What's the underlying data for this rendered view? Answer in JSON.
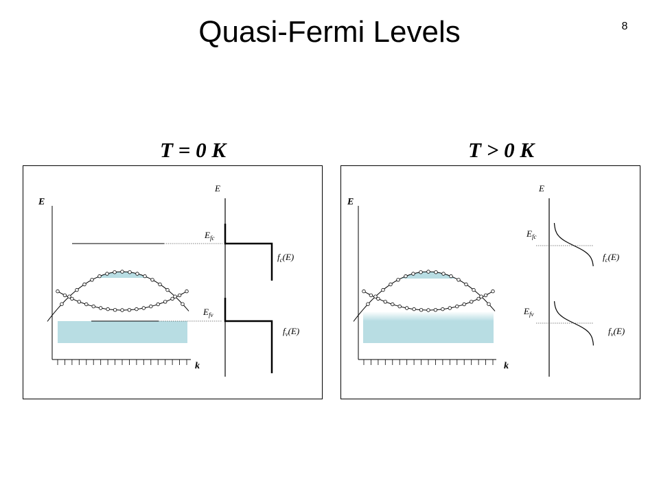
{
  "slide": {
    "title": "Quasi-Fermi Levels",
    "page_number": "8"
  },
  "colors": {
    "fill": "#b8dde3",
    "stroke": "#000000",
    "dots": "#ffffff"
  },
  "panels": [
    {
      "heading": "T = 0 K",
      "band_axis_e": "E",
      "band_axis_k": "k",
      "fermi_axis_e": "E",
      "efc_main": "E",
      "efc_sub": "fc",
      "efv_main": "E",
      "efv_sub": "fv",
      "fc_main": "f",
      "fc_sub": "c",
      "fc_suffix": "(E)",
      "fv_main": "f",
      "fv_sub": "v",
      "fv_suffix": "(E)"
    },
    {
      "heading": "T > 0 K",
      "band_axis_e": "E",
      "band_axis_k": "k",
      "fermi_axis_e": "E",
      "efc_main": "E",
      "efc_sub": "fc",
      "efv_main": "E",
      "efv_sub": "fv",
      "fc_main": "f",
      "fc_sub": "c",
      "fc_suffix": "(E)",
      "fv_main": "f",
      "fv_sub": "v",
      "fv_suffix": "(E)"
    }
  ]
}
